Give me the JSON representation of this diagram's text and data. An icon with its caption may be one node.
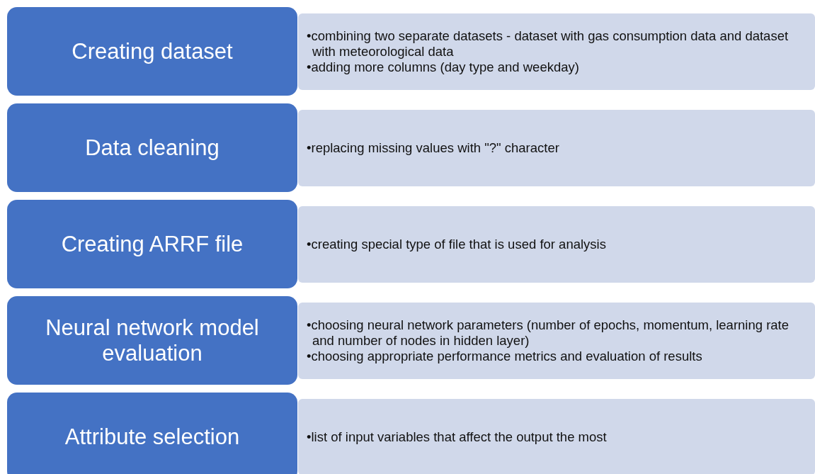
{
  "diagram": {
    "nodes": [
      {
        "text": [
          "Creating dataset"
        ]
      },
      {
        "text": [
          "•combining two separate datasets - dataset with gas consumption data and dataset with meteorological data",
          "•adding more columns (day type and weekday)"
        ]
      },
      {
        "text": [
          "Data cleaning"
        ]
      },
      {
        "text": [
          "•replacing missing values with \"?\" character"
        ]
      },
      {
        "text": [
          "Creating ARRF file"
        ]
      },
      {
        "text": [
          "•creating special type of file that is used for analysis"
        ]
      },
      {
        "text": [
          "Neural network model evaluation"
        ]
      },
      {
        "text": [
          "•choosing neural network parameters (number of epochs, momentum, learning rate and number of nodes in hidden layer)",
          "•choosing appropriate performance metrics and evaluation of results"
        ]
      },
      {
        "text": [
          "Attribute selection"
        ]
      },
      {
        "text": [
          "•list of input variables that affect the output the most"
        ]
      }
    ]
  }
}
